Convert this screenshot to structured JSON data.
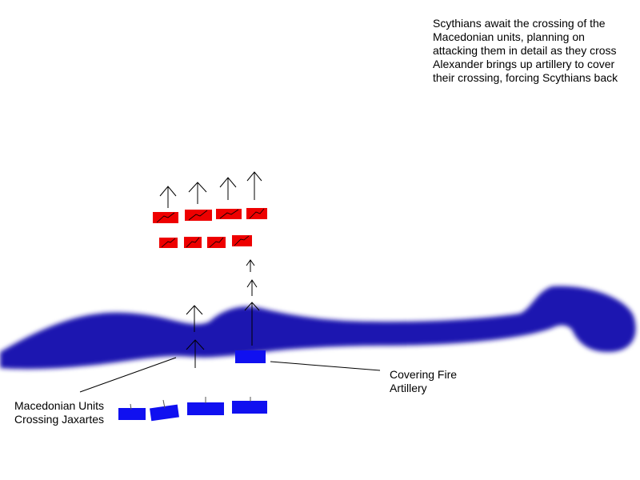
{
  "narrative": [
    "Scythians await the crossing of the",
    "Macedonian units, planning on",
    "attacking them in detail as they cross",
    "Alexander brings up artillery to cover",
    "their crossing, forcing Scythians back"
  ],
  "labels": {
    "macedonian_units": [
      "Macedonian Units",
      "Crossing Jaxartes"
    ],
    "artillery": [
      "Covering Fire",
      "Artillery"
    ]
  },
  "colors": {
    "river": "#1a14b0",
    "macedonian": "#1010f0",
    "scythian": "#ee0000",
    "ink": "#000000"
  }
}
